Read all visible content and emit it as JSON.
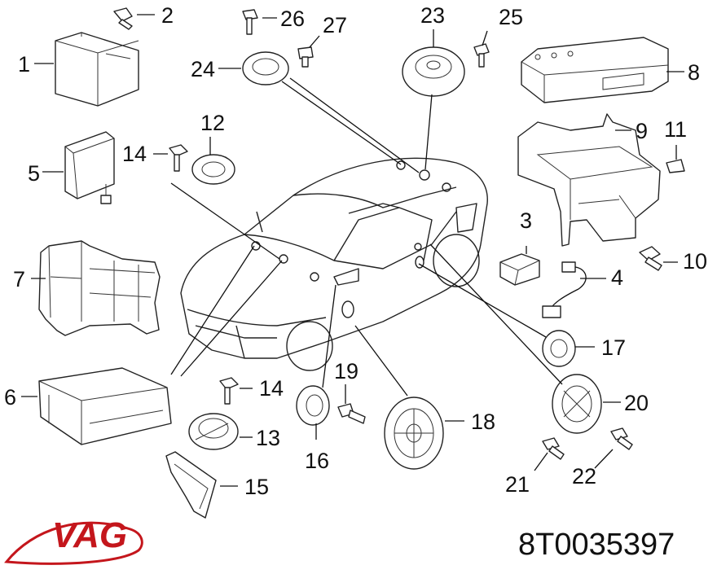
{
  "callouts": [
    {
      "id": "c1",
      "label": "1"
    },
    {
      "id": "c2",
      "label": "2"
    },
    {
      "id": "c3",
      "label": "3"
    },
    {
      "id": "c4",
      "label": "4"
    },
    {
      "id": "c5",
      "label": "5"
    },
    {
      "id": "c6",
      "label": "6"
    },
    {
      "id": "c7",
      "label": "7"
    },
    {
      "id": "c8",
      "label": "8"
    },
    {
      "id": "c9",
      "label": "9"
    },
    {
      "id": "c10",
      "label": "10"
    },
    {
      "id": "c11",
      "label": "11"
    },
    {
      "id": "c12",
      "label": "12"
    },
    {
      "id": "c13",
      "label": "13"
    },
    {
      "id": "c14a",
      "label": "14"
    },
    {
      "id": "c14b",
      "label": "14"
    },
    {
      "id": "c15",
      "label": "15"
    },
    {
      "id": "c16",
      "label": "16"
    },
    {
      "id": "c17",
      "label": "17"
    },
    {
      "id": "c18",
      "label": "18"
    },
    {
      "id": "c19",
      "label": "19"
    },
    {
      "id": "c20",
      "label": "20"
    },
    {
      "id": "c21",
      "label": "21"
    },
    {
      "id": "c22",
      "label": "22"
    },
    {
      "id": "c23",
      "label": "23"
    },
    {
      "id": "c24",
      "label": "24"
    },
    {
      "id": "c25",
      "label": "25"
    },
    {
      "id": "c26",
      "label": "26"
    },
    {
      "id": "c27",
      "label": "27"
    }
  ],
  "brand": {
    "logo_text": "VAG",
    "logo_color": "#c4161c"
  },
  "part_number": "8T0035397"
}
